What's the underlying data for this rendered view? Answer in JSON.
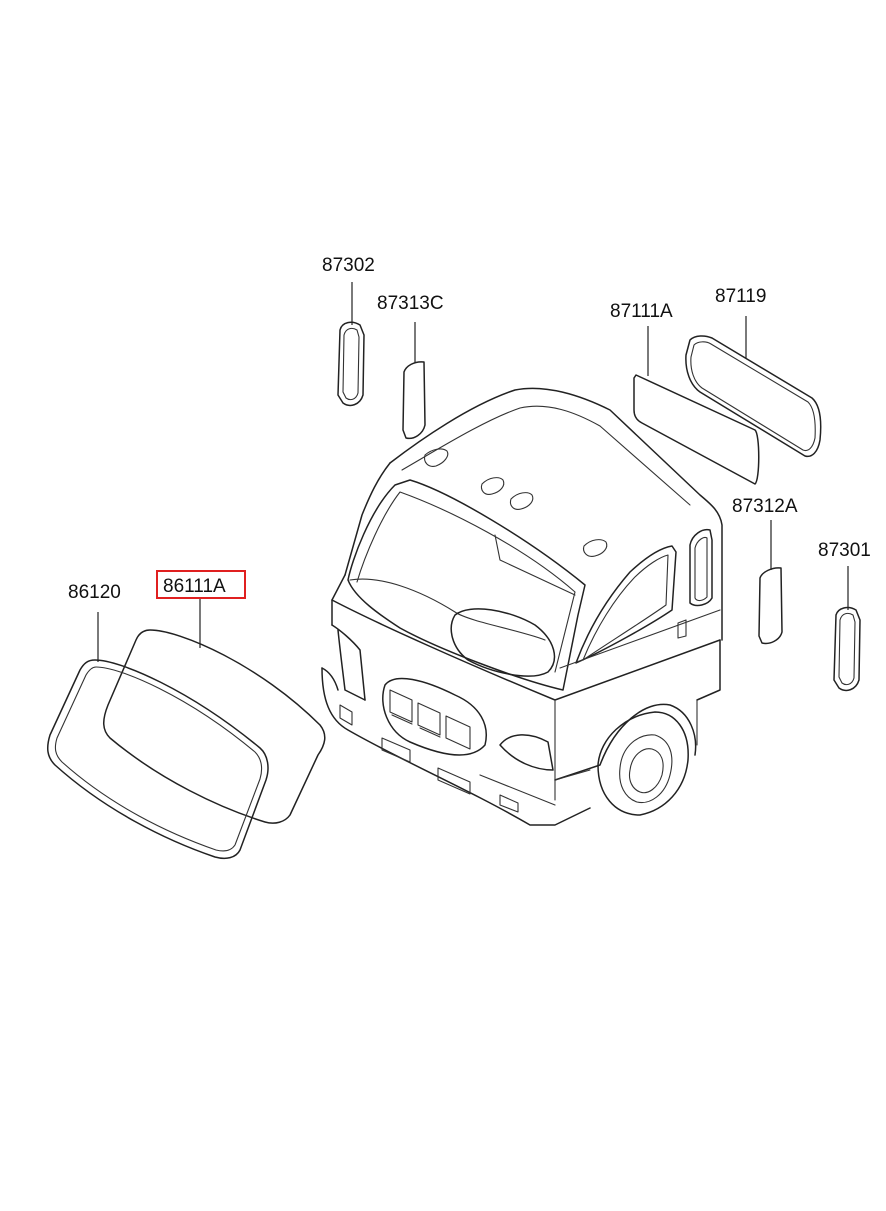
{
  "labels": {
    "p87302": "87302",
    "p87313C": "87313C",
    "p87111A": "87111A",
    "p87119": "87119",
    "p87312A": "87312A",
    "p87301": "87301",
    "p86120": "86120",
    "p86111A": "86111A"
  },
  "highlighted_part": "86111A",
  "colors": {
    "line": "#222222",
    "highlight_box": "#e02020",
    "background": "#ffffff"
  }
}
